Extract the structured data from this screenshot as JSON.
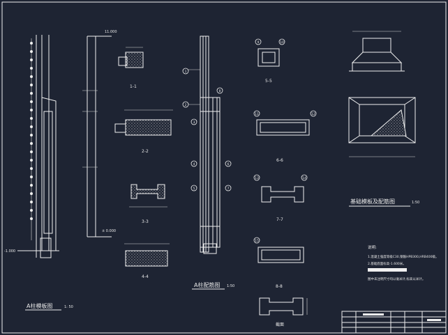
{
  "titles": {
    "column_template": "A柱模板图",
    "column_template_scale": "1: 50",
    "column_rebar": "A柱配筋图",
    "column_rebar_scale": "1:50",
    "foundation_rebar": "基础模板及配筋图",
    "foundation_rebar_scale": "1:50",
    "bottom_detail": "截面"
  },
  "sections": {
    "s1": "1-1",
    "s2": "2-2",
    "s3": "3-3",
    "s4": "4-4",
    "s5": "5-5",
    "s6": "6-6",
    "s7": "7-7",
    "s8": "8-8"
  },
  "elevations": {
    "top": "11.000",
    "zero": "± 0.000",
    "bottom": "-1.000"
  },
  "circle_nums": [
    "1",
    "2",
    "3",
    "4",
    "5",
    "6",
    "7",
    "8",
    "9",
    "10",
    "11",
    "12",
    "13",
    "14",
    "15"
  ],
  "notes": {
    "heading": "说明:",
    "line1": "1.混凝土强度等级C30,钢筋HPB300,HRB400级。",
    "line2": "2.基础底面标高-1.600米。",
    "line3": "图中未注明尺寸均以毫米计,标高以米计。"
  }
}
